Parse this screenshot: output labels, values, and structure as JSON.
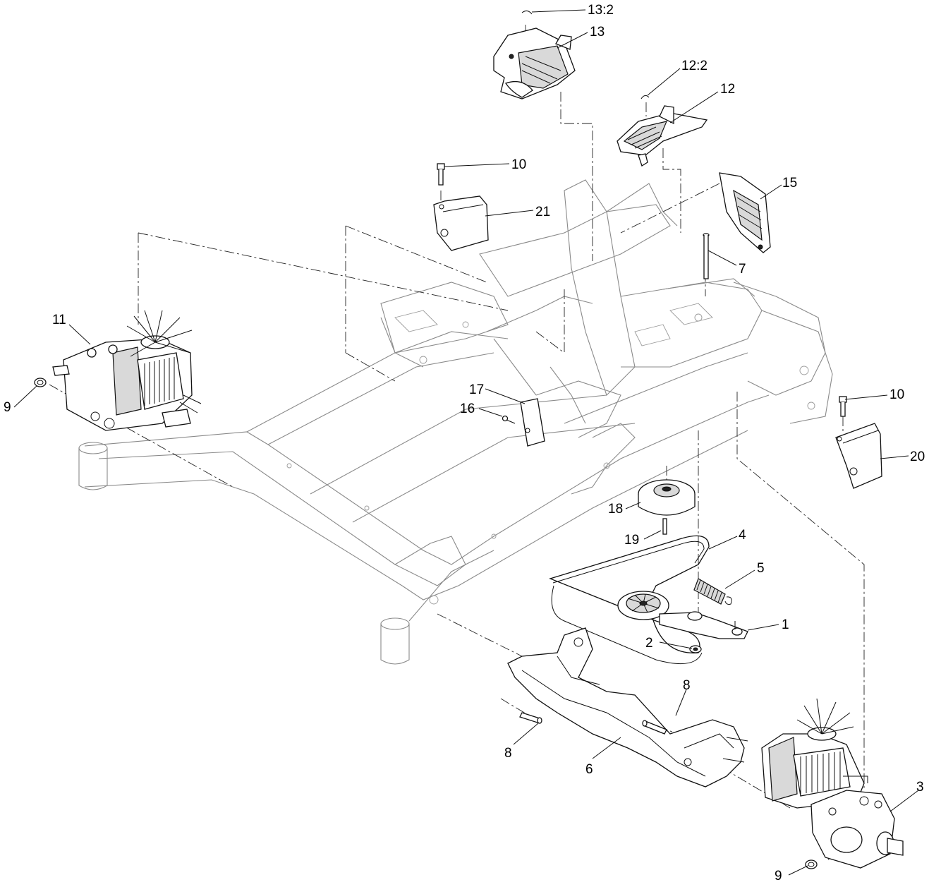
{
  "diagram": {
    "callouts": [
      {
        "id": "c-13-2",
        "label": "13:2"
      },
      {
        "id": "c-13",
        "label": "13"
      },
      {
        "id": "c-12-2",
        "label": "12:2"
      },
      {
        "id": "c-12",
        "label": "12"
      },
      {
        "id": "c-10a",
        "label": "10"
      },
      {
        "id": "c-21",
        "label": "21"
      },
      {
        "id": "c-15",
        "label": "15"
      },
      {
        "id": "c-7",
        "label": "7"
      },
      {
        "id": "c-11",
        "label": "11"
      },
      {
        "id": "c-9a",
        "label": "9"
      },
      {
        "id": "c-17",
        "label": "17"
      },
      {
        "id": "c-16",
        "label": "16"
      },
      {
        "id": "c-10b",
        "label": "10"
      },
      {
        "id": "c-20",
        "label": "20"
      },
      {
        "id": "c-18",
        "label": "18"
      },
      {
        "id": "c-19",
        "label": "19"
      },
      {
        "id": "c-4",
        "label": "4"
      },
      {
        "id": "c-5",
        "label": "5"
      },
      {
        "id": "c-1",
        "label": "1"
      },
      {
        "id": "c-2",
        "label": "2"
      },
      {
        "id": "c-8a",
        "label": "8"
      },
      {
        "id": "c-8b",
        "label": "8"
      },
      {
        "id": "c-6",
        "label": "6"
      },
      {
        "id": "c-3",
        "label": "3"
      },
      {
        "id": "c-9b",
        "label": "9"
      }
    ]
  }
}
